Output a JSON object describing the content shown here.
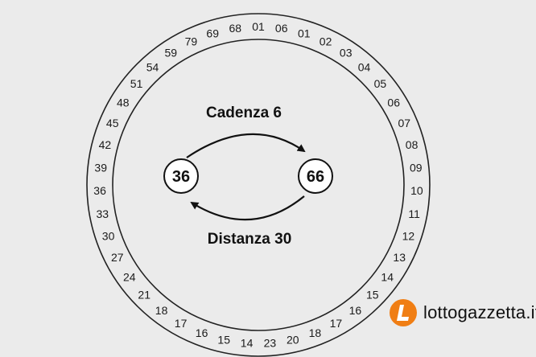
{
  "ring_numbers": [
    "01",
    "06",
    "01",
    "02",
    "03",
    "04",
    "05",
    "06",
    "07",
    "08",
    "09",
    "10",
    "11",
    "12",
    "13",
    "14",
    "15",
    "16",
    "17",
    "18",
    "20",
    "23",
    "14",
    "15",
    "16",
    "17",
    "18",
    "21",
    "24",
    "27",
    "30",
    "33",
    "36",
    "39",
    "42",
    "45",
    "48",
    "51",
    "54",
    "59",
    "79",
    "69",
    "68"
  ],
  "balls": {
    "left": "36",
    "right": "66"
  },
  "labels": {
    "top": "Cadenza 6",
    "bottom": "Distanza 30"
  },
  "brand": {
    "name": "lottogazzetta.it",
    "icon": "lotto-l-logo-icon",
    "color": "#f07e14"
  }
}
